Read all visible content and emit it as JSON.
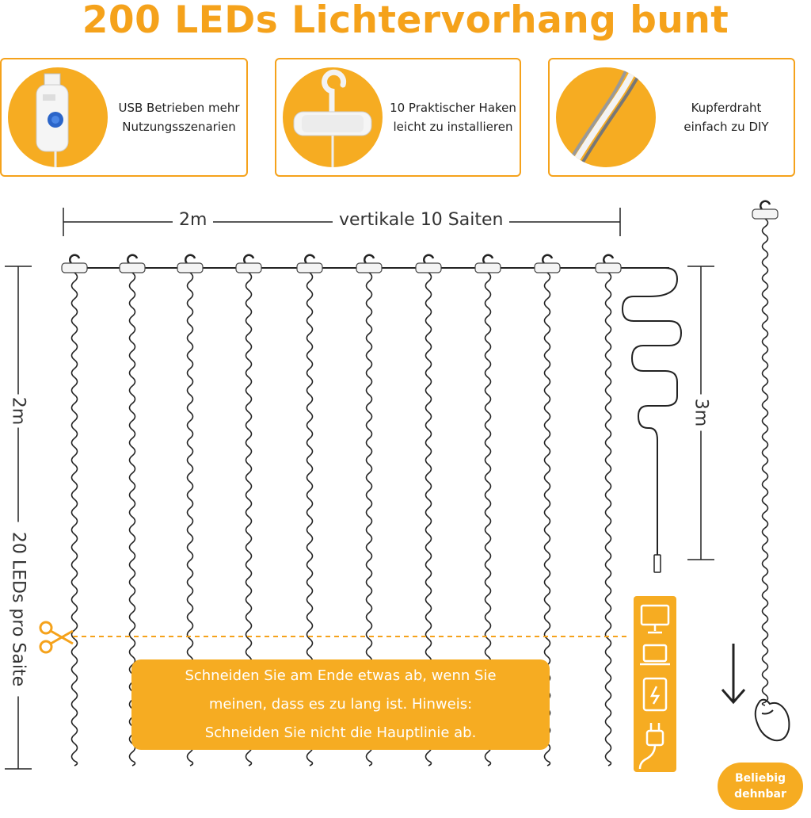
{
  "title": "200 LEDs Lichtervorhang bunt",
  "features": [
    {
      "icon": "usb-controller-icon",
      "line1": "USB Betrieben mehr",
      "line2": "Nutzungsszenarien"
    },
    {
      "icon": "hook-clip-icon",
      "line1": "10 Praktischer Haken",
      "line2": "leicht zu installieren"
    },
    {
      "icon": "copper-wire-icon",
      "line1": "Kupferdraht",
      "line2": "einfach zu DIY"
    }
  ],
  "dimensions": {
    "width_label": "2m",
    "strings_label": "vertikale 10 Saiten",
    "height_label": "2m",
    "leds_label": "20 LEDs pro Saite",
    "cable_label": "3m"
  },
  "note": {
    "line1": "Schneiden Sie am Ende etwas ab, wenn Sie",
    "line2": "meinen, dass es zu lang ist. Hinweis:",
    "line3": "Schneiden Sie nicht die Hauptlinie ab."
  },
  "stretch": {
    "line1": "Beliebig",
    "line2": "dehnbar"
  },
  "colors": {
    "accent": "#f6ac22",
    "title": "#f5a21b",
    "line": "#222222"
  }
}
